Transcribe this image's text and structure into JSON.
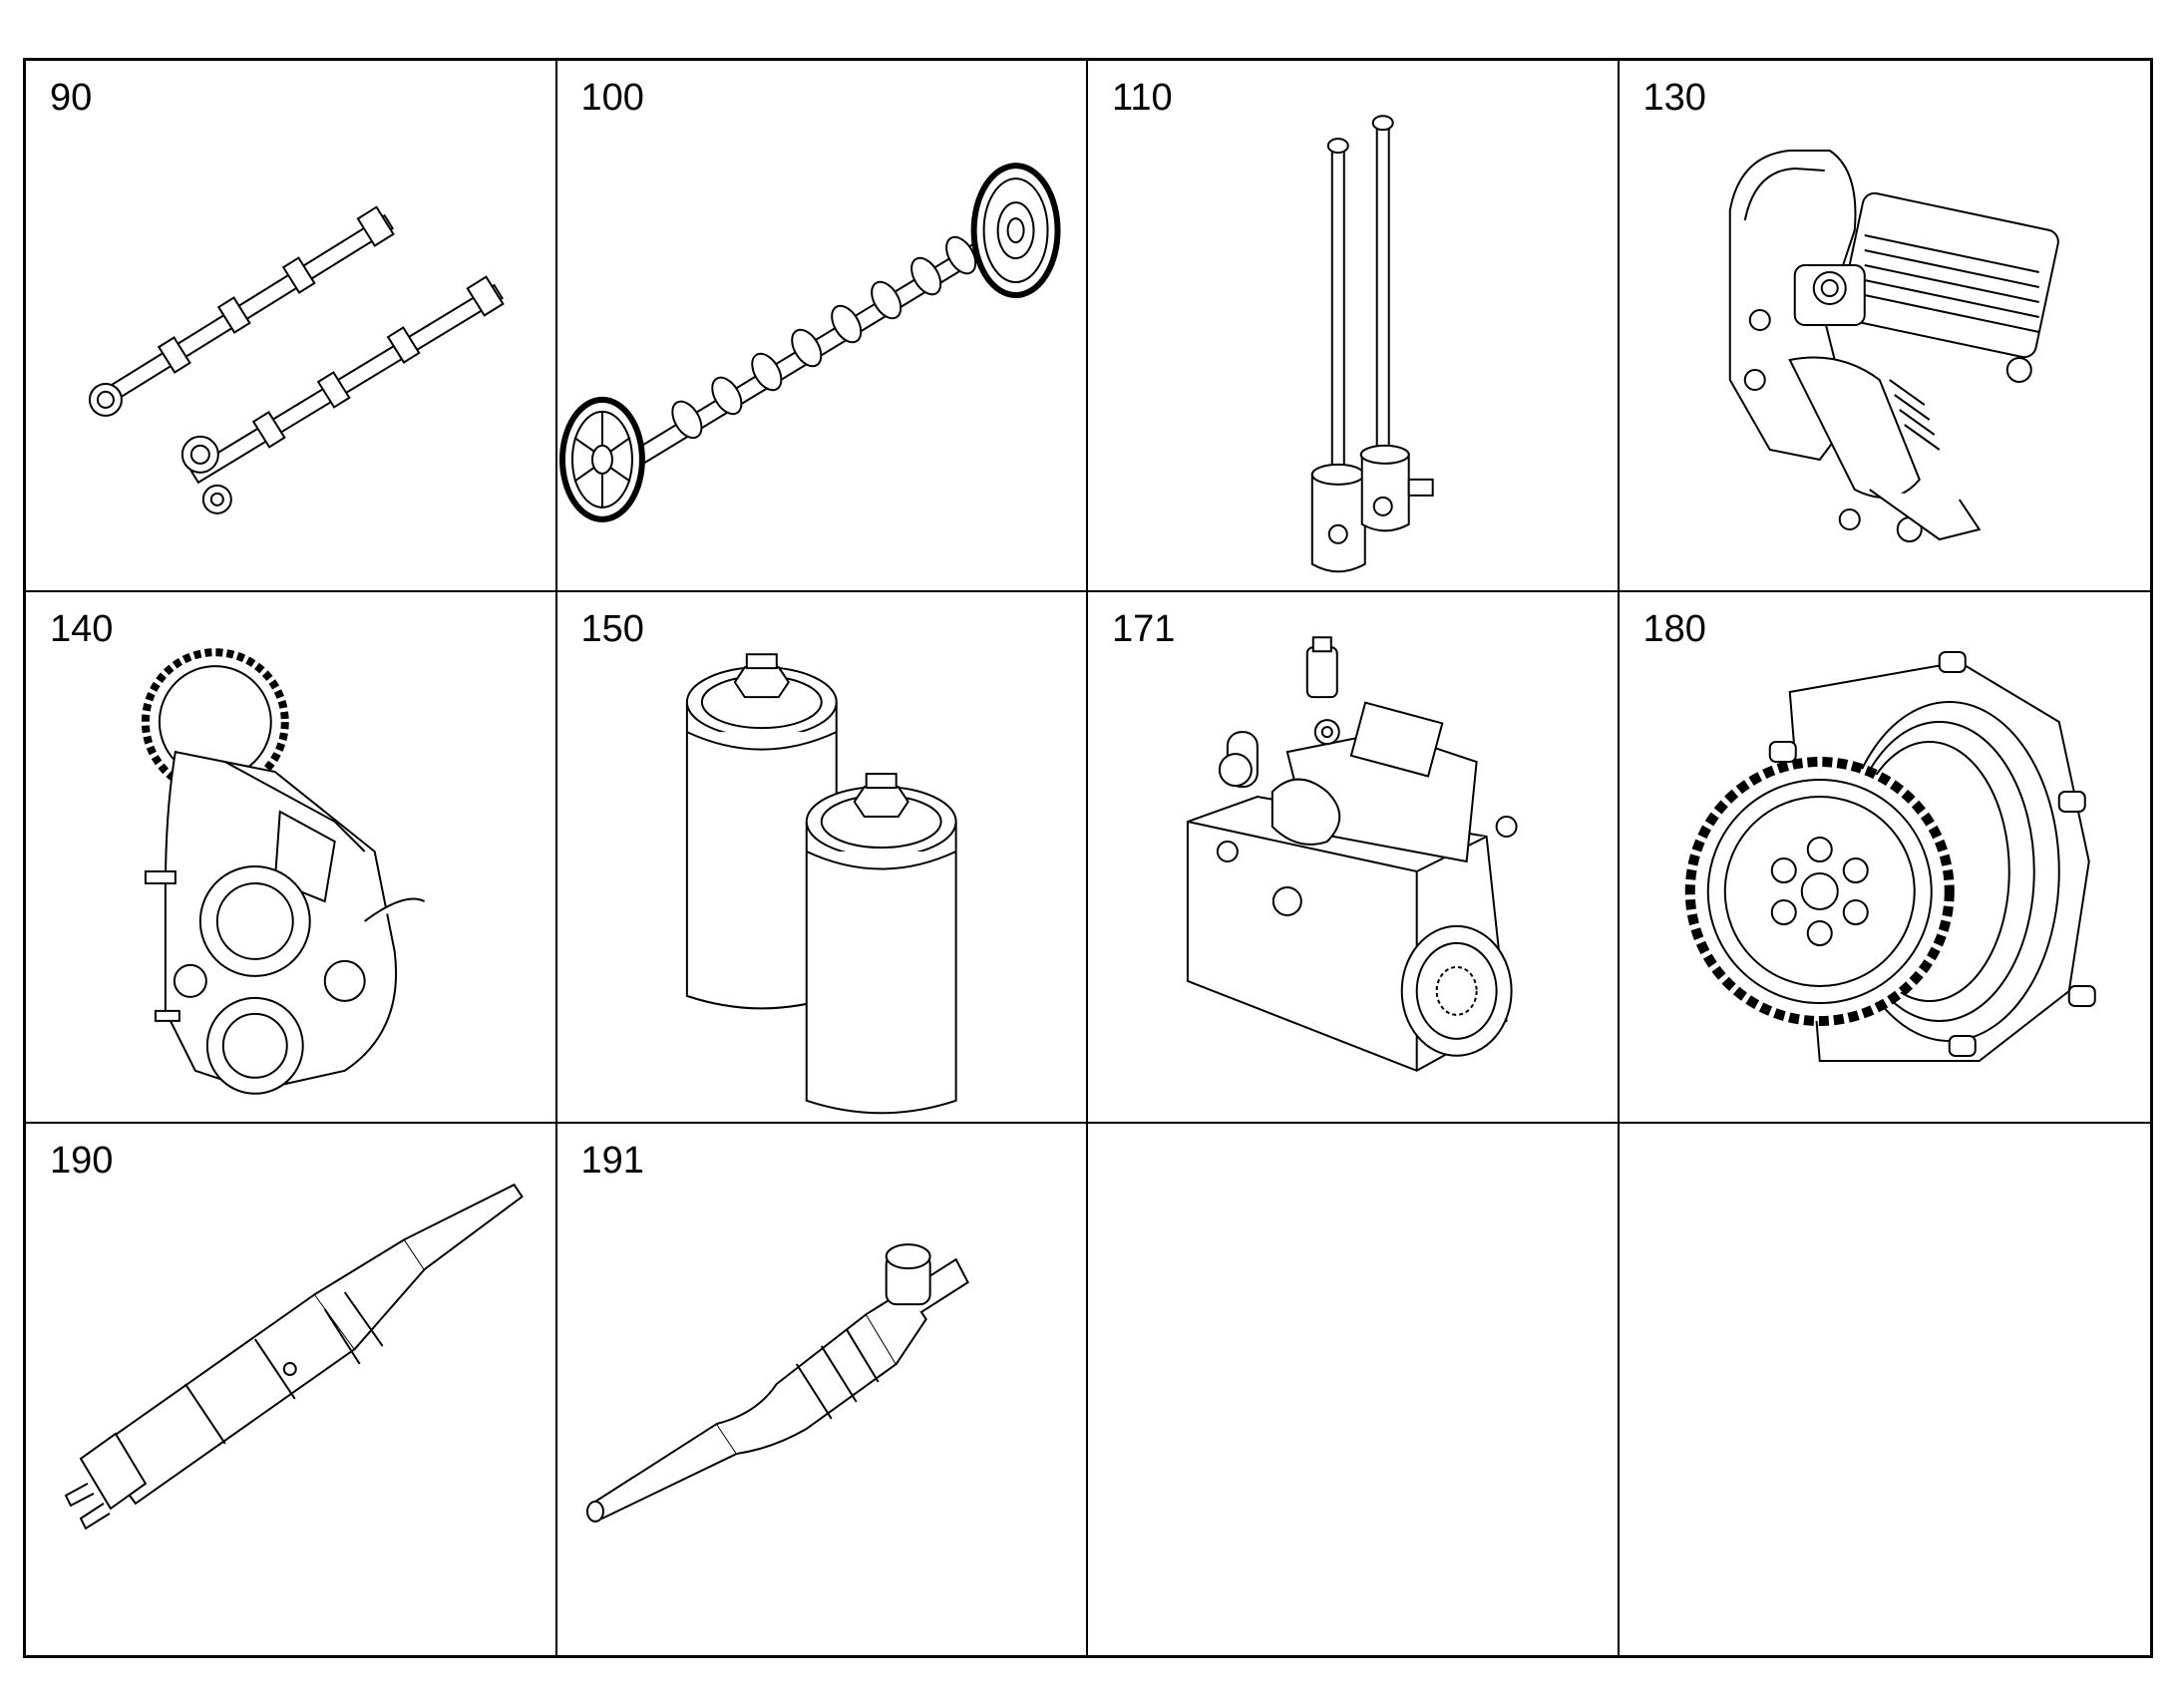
{
  "cells": [
    {
      "label": "90",
      "part": "balancer-shafts"
    },
    {
      "label": "100",
      "part": "camshaft"
    },
    {
      "label": "110",
      "part": "push-rods"
    },
    {
      "label": "130",
      "part": "oil-cooler-housing"
    },
    {
      "label": "140",
      "part": "oil-pump"
    },
    {
      "label": "150",
      "part": "oil-filters"
    },
    {
      "label": "171",
      "part": "high-pressure-fuel-pump"
    },
    {
      "label": "180",
      "part": "gear-housing"
    },
    {
      "label": "190",
      "part": "injector"
    },
    {
      "label": "191",
      "part": "injector-sleeve"
    },
    {
      "label": "",
      "part": "empty"
    },
    {
      "label": "",
      "part": "empty"
    }
  ],
  "colors": {
    "line": "#000000",
    "background": "#ffffff"
  }
}
